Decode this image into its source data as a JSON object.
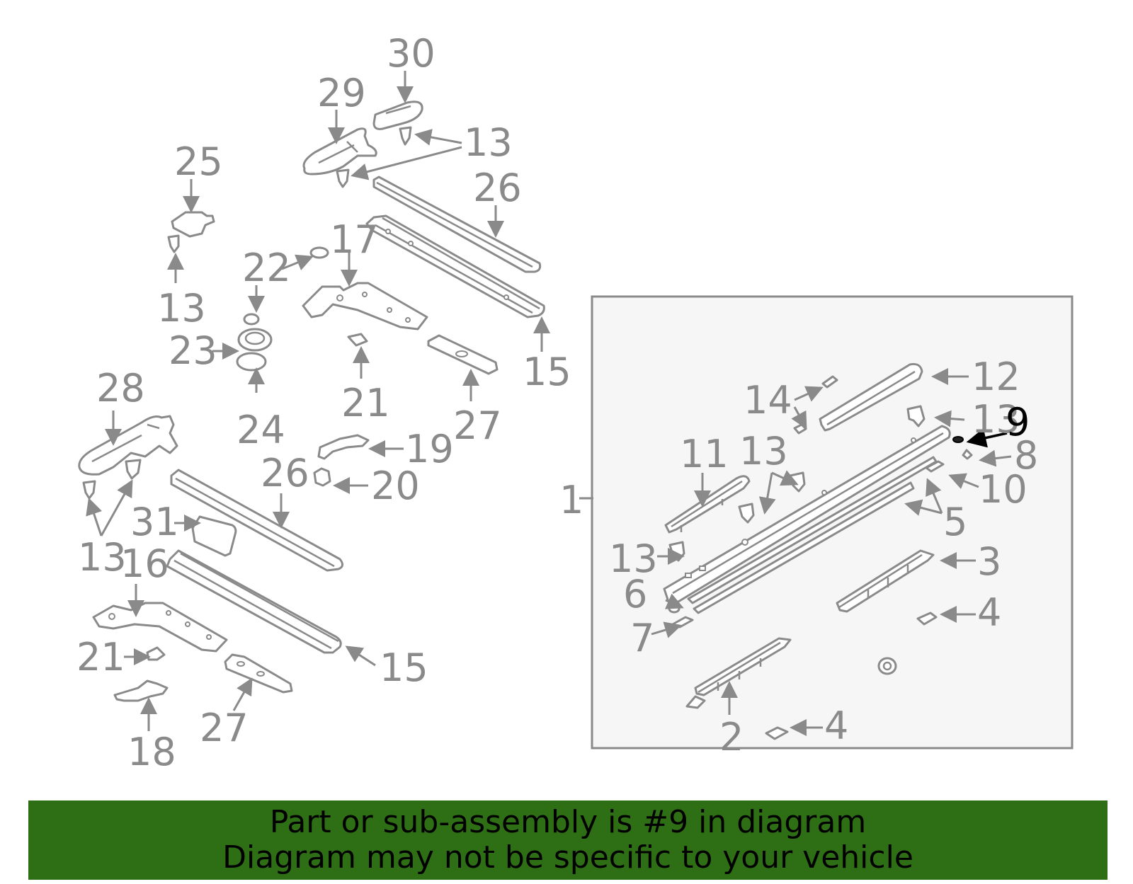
{
  "diagram": {
    "highlighted_part": "9",
    "colors": {
      "line": "#8a8a8a",
      "highlight": "#000000",
      "inset_background": "#f6f6f6",
      "banner": "#2e6e14"
    },
    "labels": {
      "l30": "30",
      "l29": "29",
      "l13_top": "13",
      "l26_top": "26",
      "l25": "25",
      "l13_left": "13",
      "l22": "22",
      "l17": "17",
      "l23": "23",
      "l24": "24",
      "l21_top": "21",
      "l15_top": "15",
      "l27_top": "27",
      "l28": "28",
      "l19": "19",
      "l20": "20",
      "l26_mid": "26",
      "l31": "31",
      "l13_lower": "13",
      "l16": "16",
      "l21_low": "21",
      "l15_low": "15",
      "l27_low": "27",
      "l18": "18",
      "l1": "1",
      "l12": "12",
      "l14": "14",
      "l13_in_top": "13",
      "l9": "9",
      "l11": "11",
      "l13_in_mid": "13",
      "l8": "8",
      "l10": "10",
      "l5": "5",
      "l13_in_left": "13",
      "l3": "3",
      "l6": "6",
      "l4_top": "4",
      "l7": "7",
      "l2": "2",
      "l4_bottom": "4"
    }
  },
  "banner": {
    "line1": "Part or sub-assembly is #9 in diagram",
    "line2": "Diagram may not be specific to your vehicle"
  }
}
